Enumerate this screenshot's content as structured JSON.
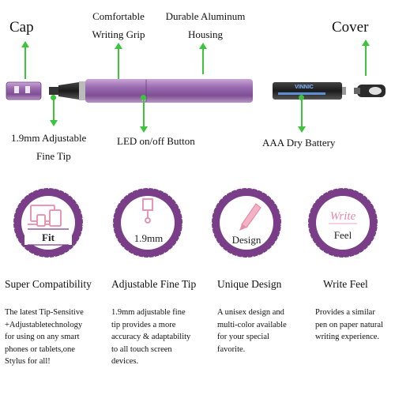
{
  "labels": {
    "cap": "Cap",
    "grip_line1": "Comfortable",
    "grip_line2": "Writing Grip",
    "housing_line1": "Durable Aluminum",
    "housing_line2": "Housing",
    "cover": "Cover",
    "tip_line1": "1.9mm Adjustable",
    "tip_line2": "Fine Tip",
    "led": "LED on/off Button",
    "battery": "AAA Dry Battery",
    "battery_brand": "VINNIC"
  },
  "features": [
    {
      "badge_text": "Fit",
      "title": "Super Compatibility",
      "desc": [
        "The latest Tip-Sensitive",
        "+Adjustabletechnology",
        "for using on any smart",
        "phones or  tablets,one",
        "Stylus for all!"
      ]
    },
    {
      "badge_text": "1.9mm",
      "title": "Adjustable Fine Tip",
      "desc": [
        "1.9mm adjustable fine",
        "tip provides a more",
        "accuracy & adaptability",
        "to all touch screen",
        "devices."
      ]
    },
    {
      "badge_text": "Design",
      "title": "Unique Design",
      "desc": [
        "A unisex design and",
        "multi-color available",
        "for your special",
        "favorite."
      ]
    },
    {
      "badge_text": "Feel",
      "badge_script": "Write",
      "title": "Write Feel",
      "desc": [
        "Provides a similar",
        "pen on paper natural",
        "writing experience."
      ]
    }
  ],
  "colors": {
    "purple_ring": "#7a3d87",
    "pen_purple": "#9a6bb0",
    "accent_green": "#3cc43c",
    "pink": "#e98aa8"
  }
}
